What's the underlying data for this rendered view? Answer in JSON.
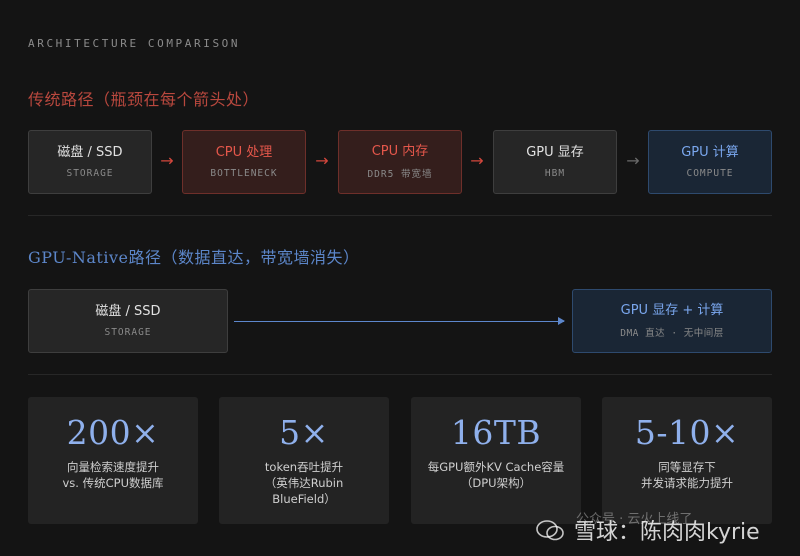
{
  "eyebrow": "ARCHITECTURE COMPARISON",
  "traditional": {
    "title": "传统路径（瓶颈在每个箭头处）",
    "nodes": [
      {
        "main": "磁盘 / SSD",
        "sub": "STORAGE"
      },
      {
        "main": "CPU 处理",
        "sub": "BOTTLENECK"
      },
      {
        "main": "CPU 内存",
        "sub": "DDR5 带宽墙"
      },
      {
        "main": "GPU 显存",
        "sub": "HBM"
      },
      {
        "main": "GPU 计算",
        "sub": "COMPUTE"
      }
    ]
  },
  "native": {
    "title": "GPU-Native路径（数据直达，带宽墙消失）",
    "nodes": [
      {
        "main": "磁盘 / SSD",
        "sub": "STORAGE"
      },
      {
        "main": "GPU 显存 + 计算",
        "sub": "DMA 直达 · 无中间层"
      }
    ]
  },
  "stats": [
    {
      "value": "200×",
      "desc": "向量检索速度提升\nvs. 传统CPU数据库"
    },
    {
      "value": "5×",
      "desc": "token吞吐提升\n（英伟达Rubin\nBlueField）"
    },
    {
      "value": "16TB",
      "desc": "每GPU额外KV Cache容量\n（DPU架构）"
    },
    {
      "value": "5-10×",
      "desc": "同等显存下\n并发请求能力提升"
    }
  ],
  "watermark": {
    "text": "雪球：陈肉肉kyrie",
    "sub": "公众号 · 云火上线了"
  },
  "colors": {
    "accent_red": "#d4473d",
    "accent_blue": "#5c86c9",
    "stat_blue": "#8fb0ec",
    "background": "#141414"
  }
}
